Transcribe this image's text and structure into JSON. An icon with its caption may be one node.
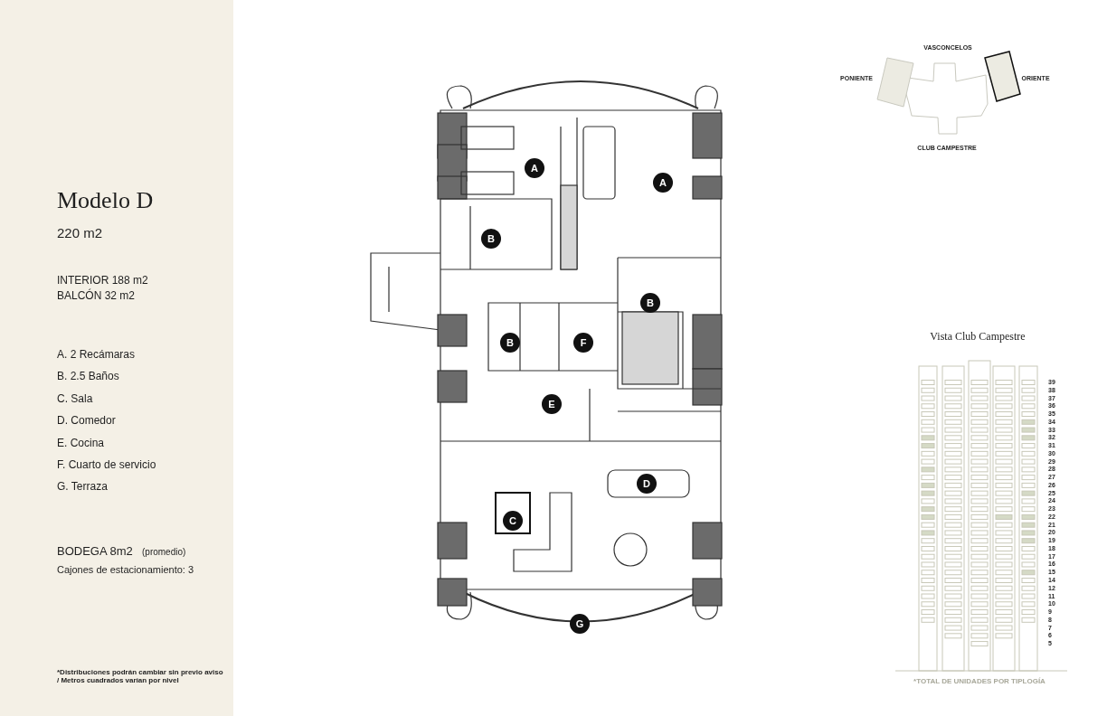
{
  "diagram": {
    "title": "Modelo D",
    "labels": [
      "220 m2",
      "INTERIOR 188 m2",
      "BALCÓN 32 m2",
      "A. 2 Recámaras",
      "B. 2.5 Baños",
      "C. Sala",
      "D. Comedor",
      "E. Cocina",
      "F. Cuarto de servicio",
      "G. Terraza",
      "BODEGA 8m2",
      "(promedio)",
      "Cajones de estacionamiento: 3",
      "*Distribuciones podrán cambiar sin previo aviso / Metros cuadrados varían por nivel",
      "VASCONCELOS",
      "PONIENTE",
      "ORIENTE",
      "CLUB CAMPESTRE",
      "Vista Club Campestre",
      "39",
      "38",
      "37",
      "36",
      "35",
      "34",
      "33",
      "32",
      "31",
      "30",
      "29",
      "28",
      "27",
      "26",
      "25",
      "24",
      "23",
      "22",
      "21",
      "20",
      "19",
      "18",
      "17",
      "16",
      "15",
      "14",
      "12",
      "11",
      "10",
      "9",
      "8",
      "7",
      "6",
      "5",
      "*TOTAL DE UNIDADES POR TIPLOGÍA",
      "A",
      "A",
      "B",
      "B",
      "B",
      "F",
      "E",
      "D",
      "C",
      "G"
    ]
  }
}
